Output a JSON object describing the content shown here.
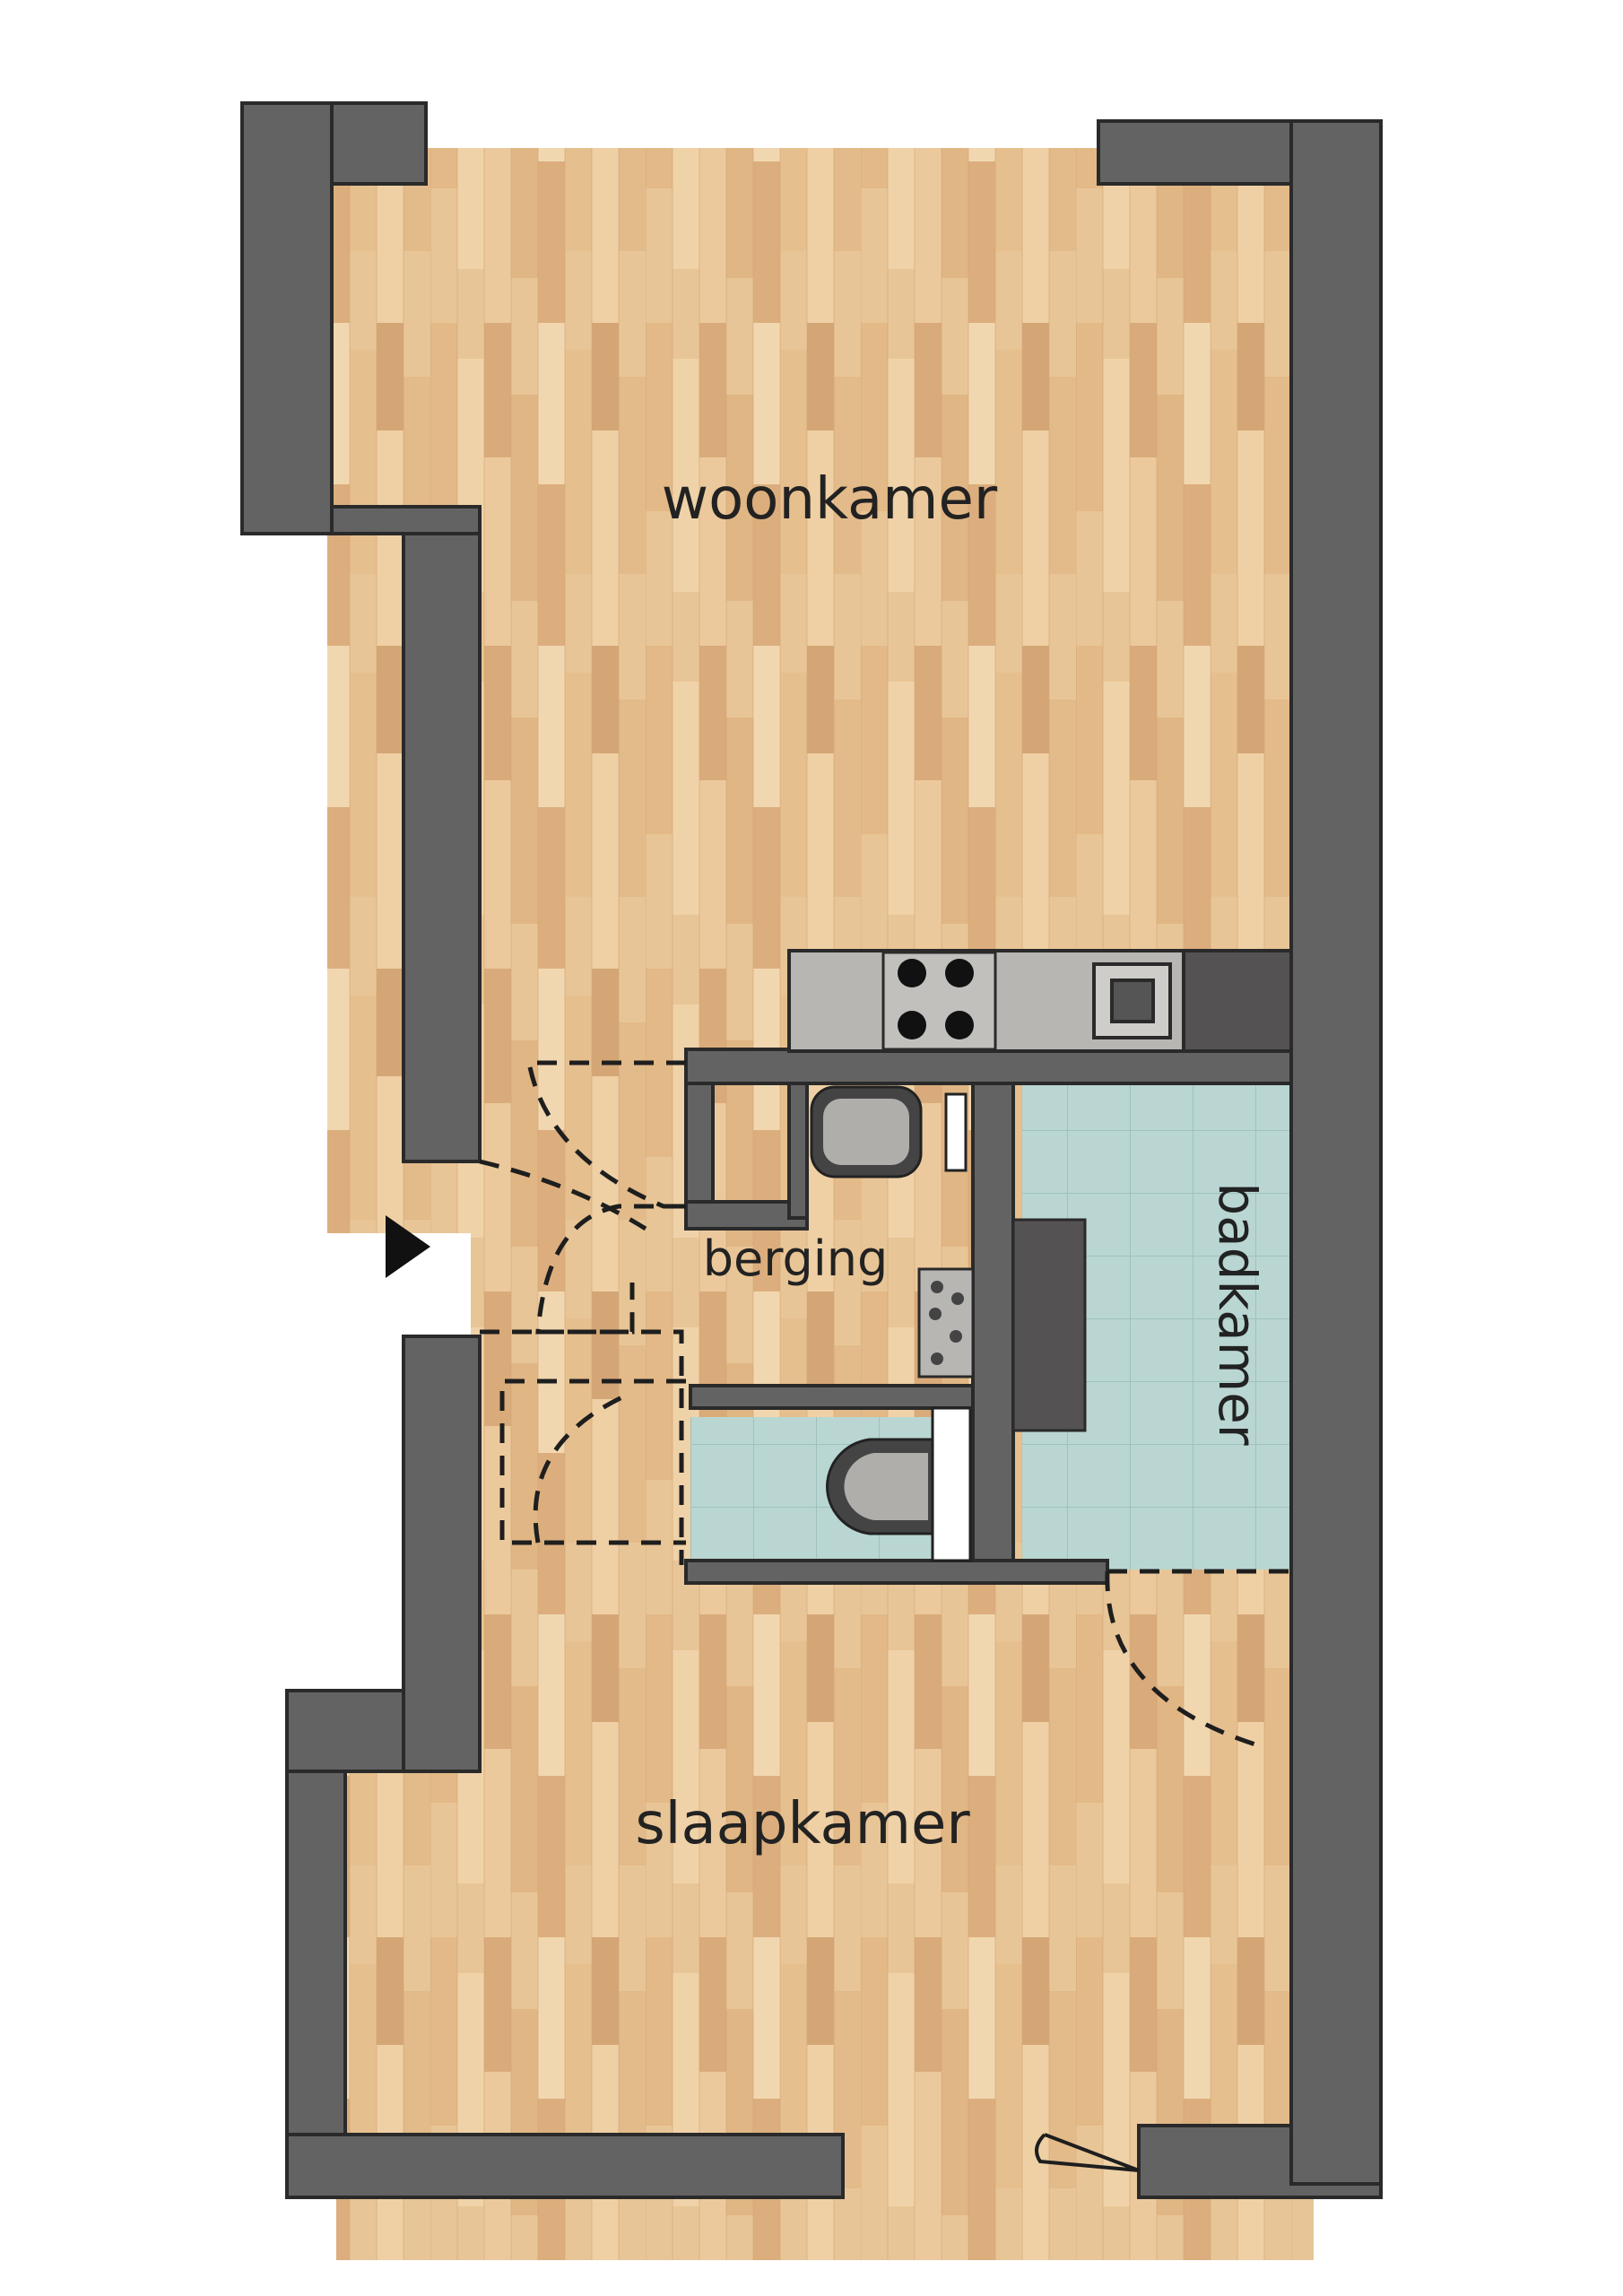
{
  "rooms": {
    "living": "woonkamer",
    "storage": "berging",
    "bathroom": "badkamer",
    "bedroom": "slaapkamer"
  },
  "colors": {
    "wood_light": "#e9c79a",
    "wood_dark": "#d6a877",
    "wall": "#636363",
    "tile": "#b9d6d2",
    "counter": "#b8b6b3",
    "dark_unit": "#545252",
    "outline": "#2a2a2a"
  },
  "icons": {
    "entrance": "triangle-right-icon",
    "hob": "stove-hob-icon",
    "sink": "sink-icon",
    "toilet": "toilet-icon",
    "washbasin": "washbasin-icon"
  }
}
